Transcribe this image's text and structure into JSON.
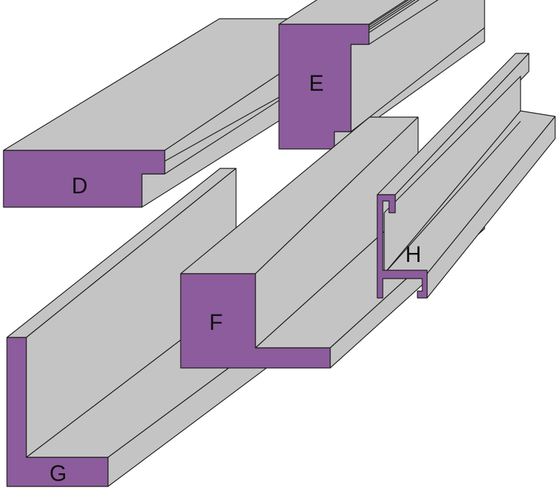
{
  "colors": {
    "profile_face": "#8c5c9c",
    "body": "#c4c4c4",
    "outline": "#1a1a1a",
    "background": "#ffffff"
  },
  "labels": {
    "d": "D",
    "e": "E",
    "f": "F",
    "g": "G",
    "h": "H"
  }
}
